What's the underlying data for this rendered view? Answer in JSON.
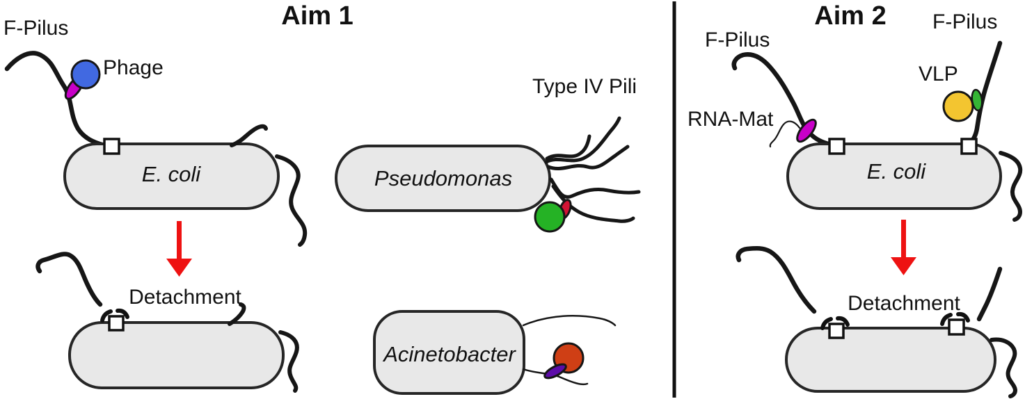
{
  "figure": {
    "aim1": {
      "title": "Aim 1",
      "f_pilus_label": "F-Pilus",
      "phage_label": "Phage",
      "type_iv_pili_label": "Type IV Pili",
      "detachment_label": "Detachment",
      "ecoli_label": "E. coli",
      "pseudomonas_label": "Pseudomonas",
      "acinetobacter_label": "Acinetobacter"
    },
    "aim2": {
      "title": "Aim 2",
      "f_pilus_left_label": "F-Pilus",
      "f_pilus_right_label": "F-Pilus",
      "rna_mat_label": "RNA-Mat",
      "vlp_label": "VLP",
      "detachment_label": "Detachment",
      "ecoli_label": "E. coli"
    }
  },
  "colors": {
    "cell_fill": "#E8E8E8",
    "outline": "#1A1A1A",
    "phage_blue": "#4169E1",
    "pilin_magenta": "#C800C8",
    "phage_green": "#25B225",
    "pilin_crimson": "#D11434",
    "phage_orange": "#CF3F15",
    "pilin_purple": "#5C0CA8",
    "vlp_yellow": "#F3C530",
    "vlp_green": "#35B535",
    "arrow_red": "#EE1212"
  }
}
